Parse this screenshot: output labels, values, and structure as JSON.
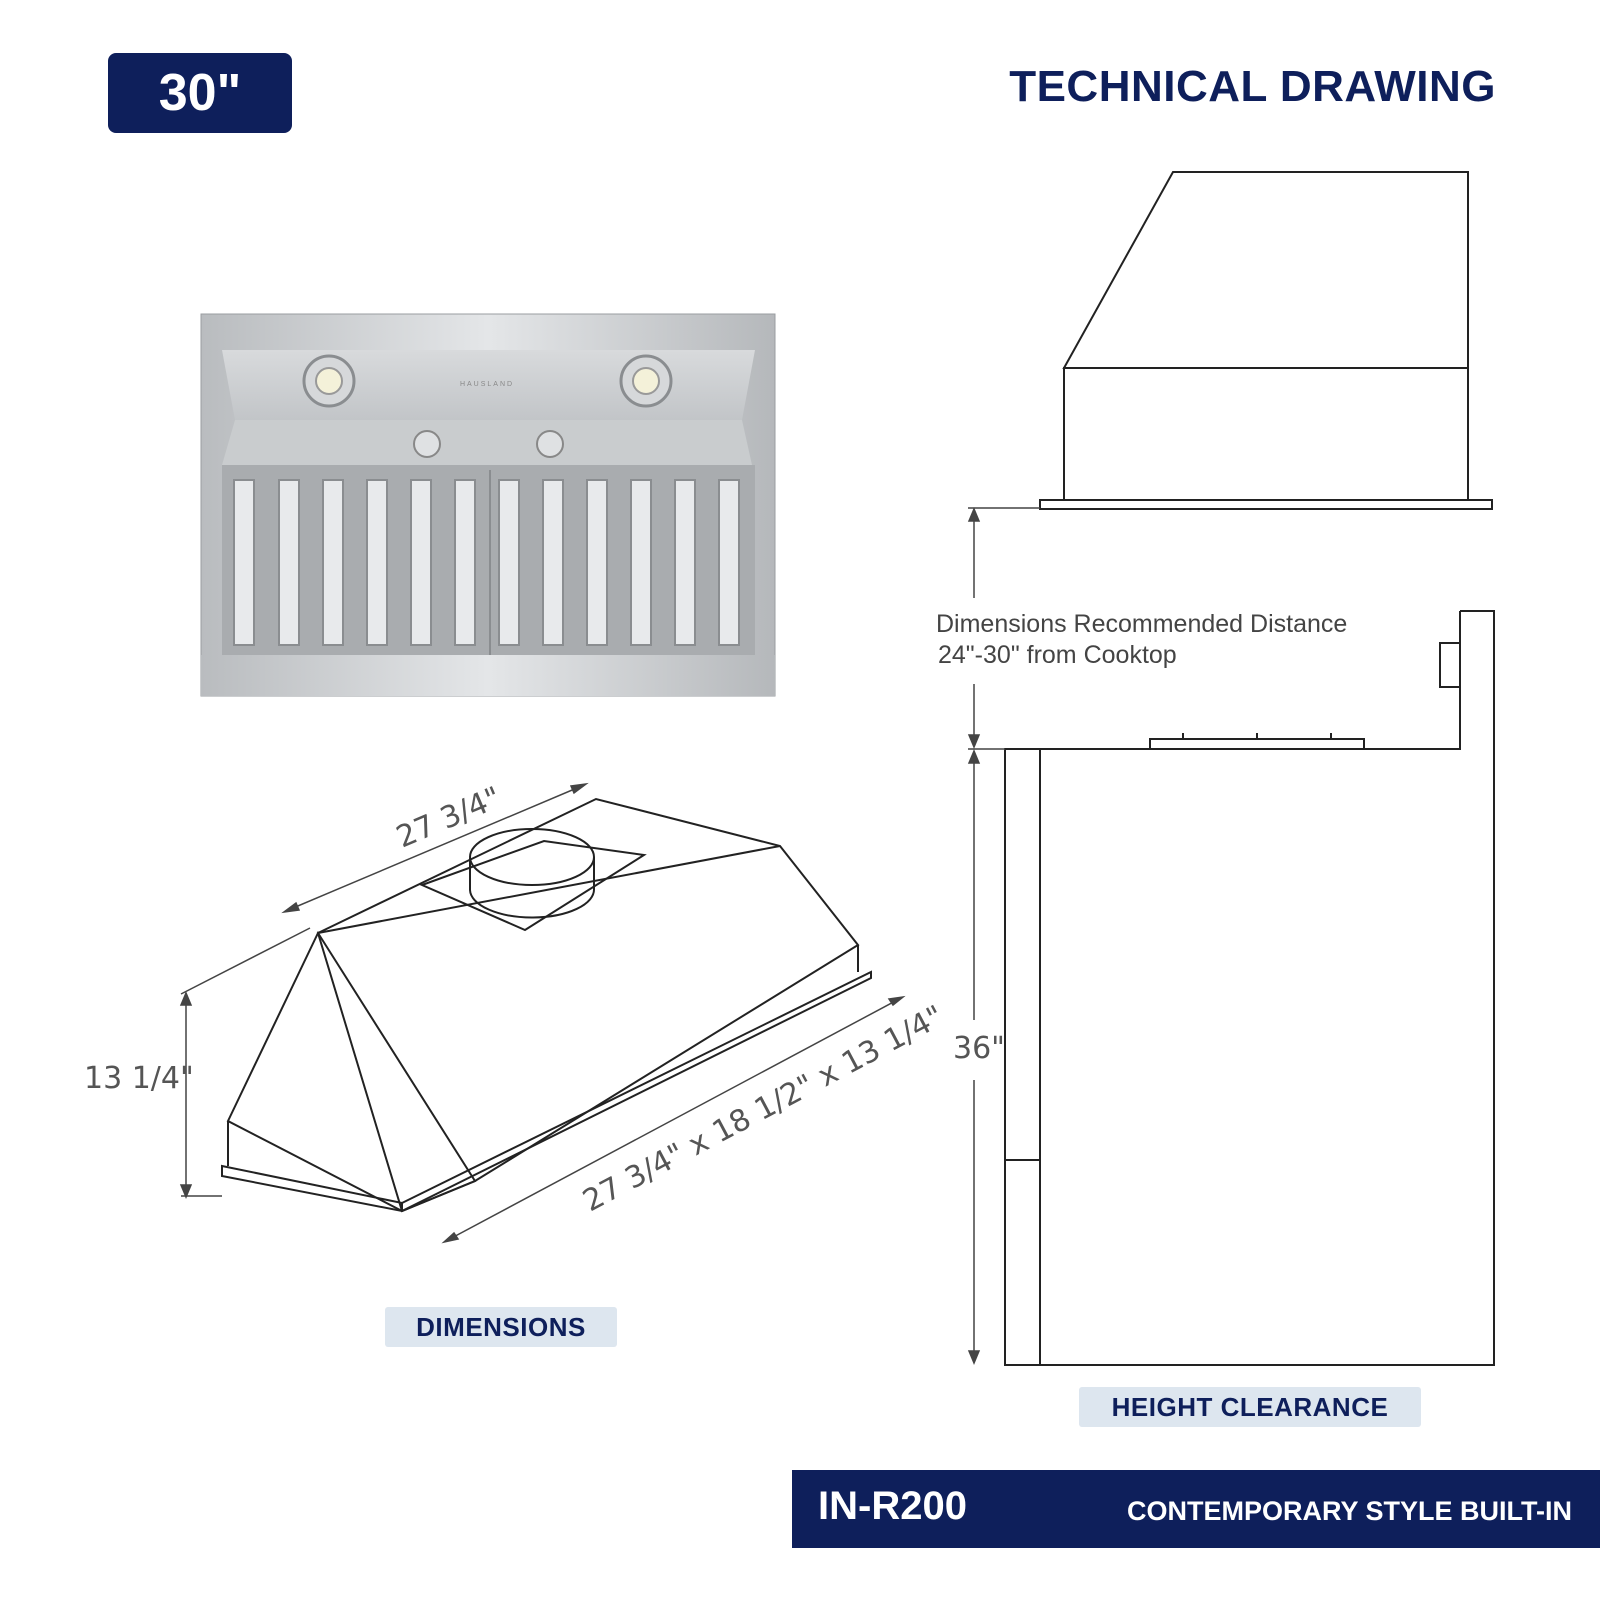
{
  "header": {
    "size_badge": "30\"",
    "title": "TECHNICAL DRAWING"
  },
  "dimensions": {
    "top_width": "27 3/4\"",
    "height": "13 1/4\"",
    "overall": "27 3/4\" x 18 1/2\" x 13 1/4\"",
    "section_label": "DIMENSIONS"
  },
  "clearance": {
    "line1": "Dimensions   Recommended Distance",
    "line2": "24\"-30\"  from Cooktop",
    "counter_height": "36\"",
    "section_label": "HEIGHT CLEARANCE"
  },
  "product_photo": {
    "brand": "HAUSLAND"
  },
  "footer": {
    "model": "IN-R200",
    "description": "CONTEMPORARY STYLE BUILT-IN"
  },
  "colors": {
    "navy": "#0e1f5b",
    "label_bg": "#dde6ef"
  }
}
